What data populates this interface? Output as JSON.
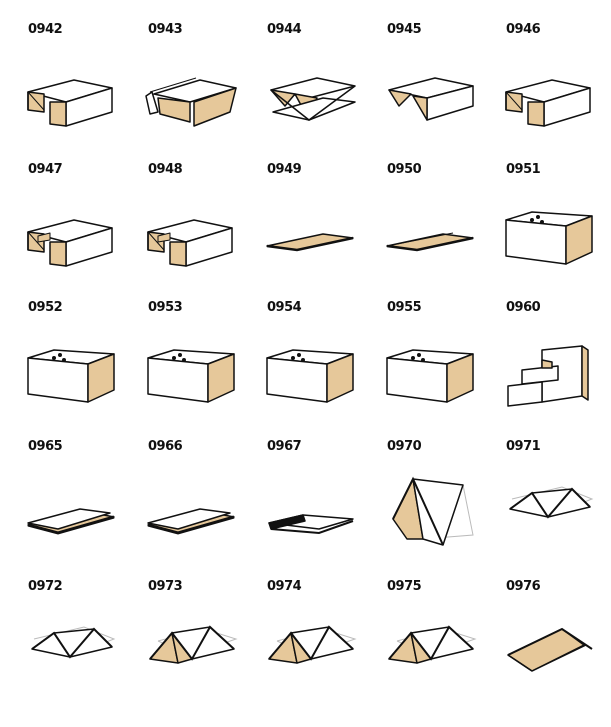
{
  "colors": {
    "kraft": "#e6c89a",
    "line": "#111111",
    "ghost": "#bbbbbb"
  },
  "items": [
    {
      "code": "0942"
    },
    {
      "code": "0943"
    },
    {
      "code": "0944"
    },
    {
      "code": "0945"
    },
    {
      "code": "0946"
    },
    {
      "code": "0947"
    },
    {
      "code": "0948"
    },
    {
      "code": "0949"
    },
    {
      "code": "0950"
    },
    {
      "code": "0951"
    },
    {
      "code": "0952"
    },
    {
      "code": "0953"
    },
    {
      "code": "0954"
    },
    {
      "code": "0955"
    },
    {
      "code": "0960"
    },
    {
      "code": "0965"
    },
    {
      "code": "0966"
    },
    {
      "code": "0967"
    },
    {
      "code": "0970"
    },
    {
      "code": "0971"
    },
    {
      "code": "0972"
    },
    {
      "code": "0973"
    },
    {
      "code": "0974"
    },
    {
      "code": "0975"
    },
    {
      "code": "0976"
    }
  ]
}
